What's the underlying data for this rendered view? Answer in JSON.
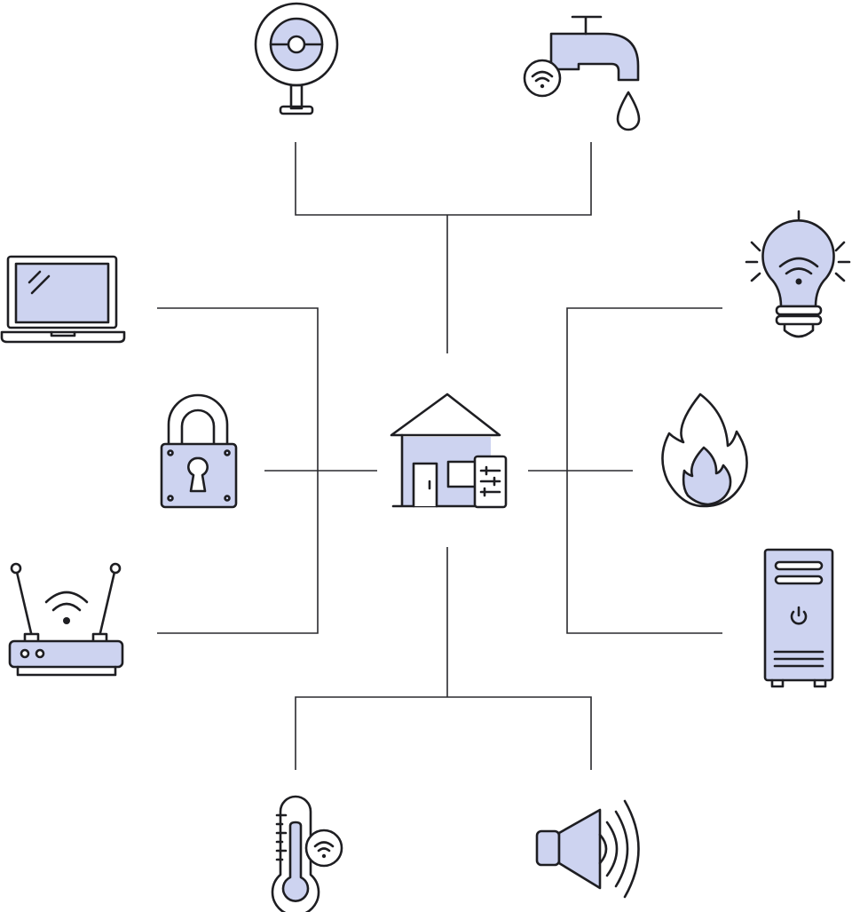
{
  "colors": {
    "line": "#2a2a2e",
    "outline": "#1e1e22",
    "fill": "#cdd3f0",
    "background": "#ffffff"
  },
  "hub": {
    "icon": "smart-home-icon"
  },
  "devices": [
    {
      "id": "webcam",
      "icon": "webcam-icon"
    },
    {
      "id": "faucet",
      "icon": "smart-faucet-icon"
    },
    {
      "id": "laptop",
      "icon": "laptop-icon"
    },
    {
      "id": "padlock",
      "icon": "padlock-icon"
    },
    {
      "id": "router",
      "icon": "wifi-router-icon"
    },
    {
      "id": "bulb",
      "icon": "smart-bulb-icon"
    },
    {
      "id": "fire",
      "icon": "fire-icon"
    },
    {
      "id": "server",
      "icon": "server-tower-icon"
    },
    {
      "id": "thermometer",
      "icon": "thermometer-icon"
    },
    {
      "id": "speaker",
      "icon": "speaker-icon"
    }
  ]
}
